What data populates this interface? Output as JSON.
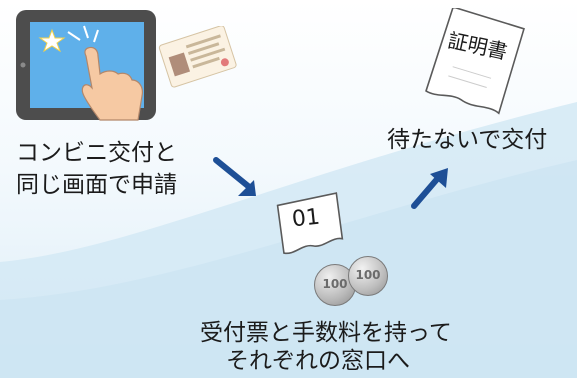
{
  "steps": {
    "apply": {
      "line1": "コンビニ交付と",
      "line2": "同じ画面で申請"
    },
    "issue": {
      "label": "待たないで交付",
      "certificate_text": "証明書"
    },
    "counter": {
      "ticket_number": "01",
      "coin_value": "100",
      "line1": "受付票と手数料を持って",
      "line2": "それぞれの窓口へ"
    }
  },
  "colors": {
    "arrow": "#1e4f96",
    "tablet_frame": "#4a4a4a",
    "tablet_screen": "#5aa9e6",
    "background_wave": "#cfe6f3"
  }
}
